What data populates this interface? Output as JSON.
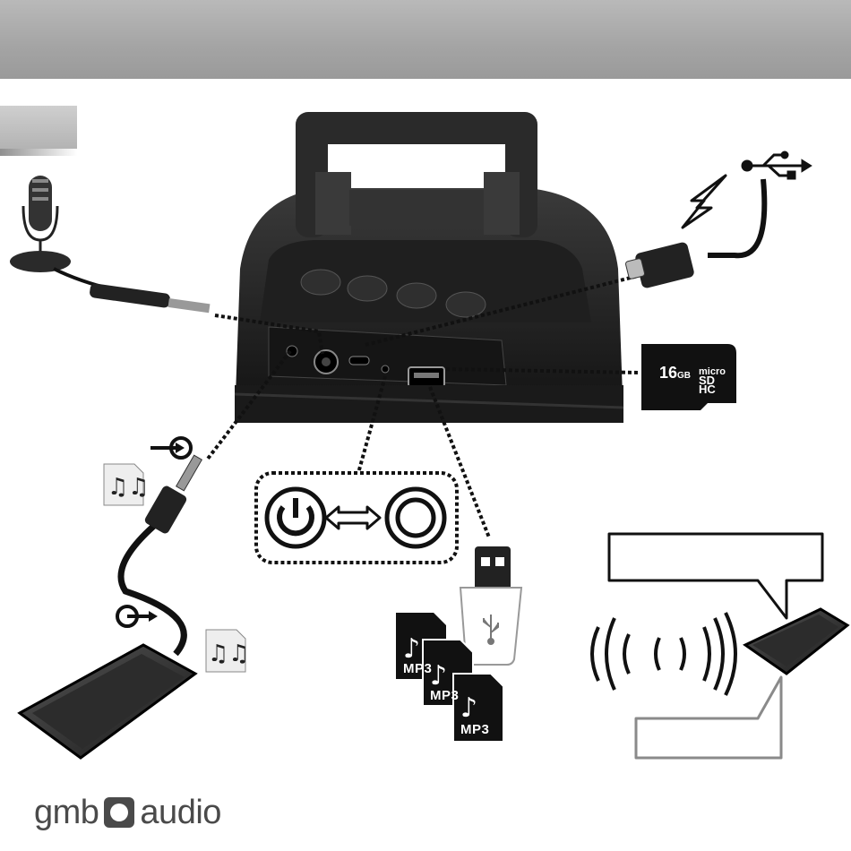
{
  "brand": {
    "left": "gmb",
    "right": "audio"
  },
  "storage": {
    "capacity": "16",
    "unit": "GB",
    "sd_line1": "micro",
    "sd_line2": "SD",
    "sd_line3": "HC"
  },
  "usb_stick_files": [
    "MP3",
    "MP3",
    "MP3"
  ],
  "colors": {
    "header": "#a8a8a8",
    "ink": "#1a1a1a",
    "brand": "#4a4a4a"
  },
  "icons": {
    "microphone": "microphone-icon",
    "usb_symbol": "usb-symbol-icon",
    "power": "power-icon",
    "music_note": "music-file-icon",
    "lightning": "lightning-icon",
    "bluetooth_waves": "wireless-waves-icon"
  }
}
